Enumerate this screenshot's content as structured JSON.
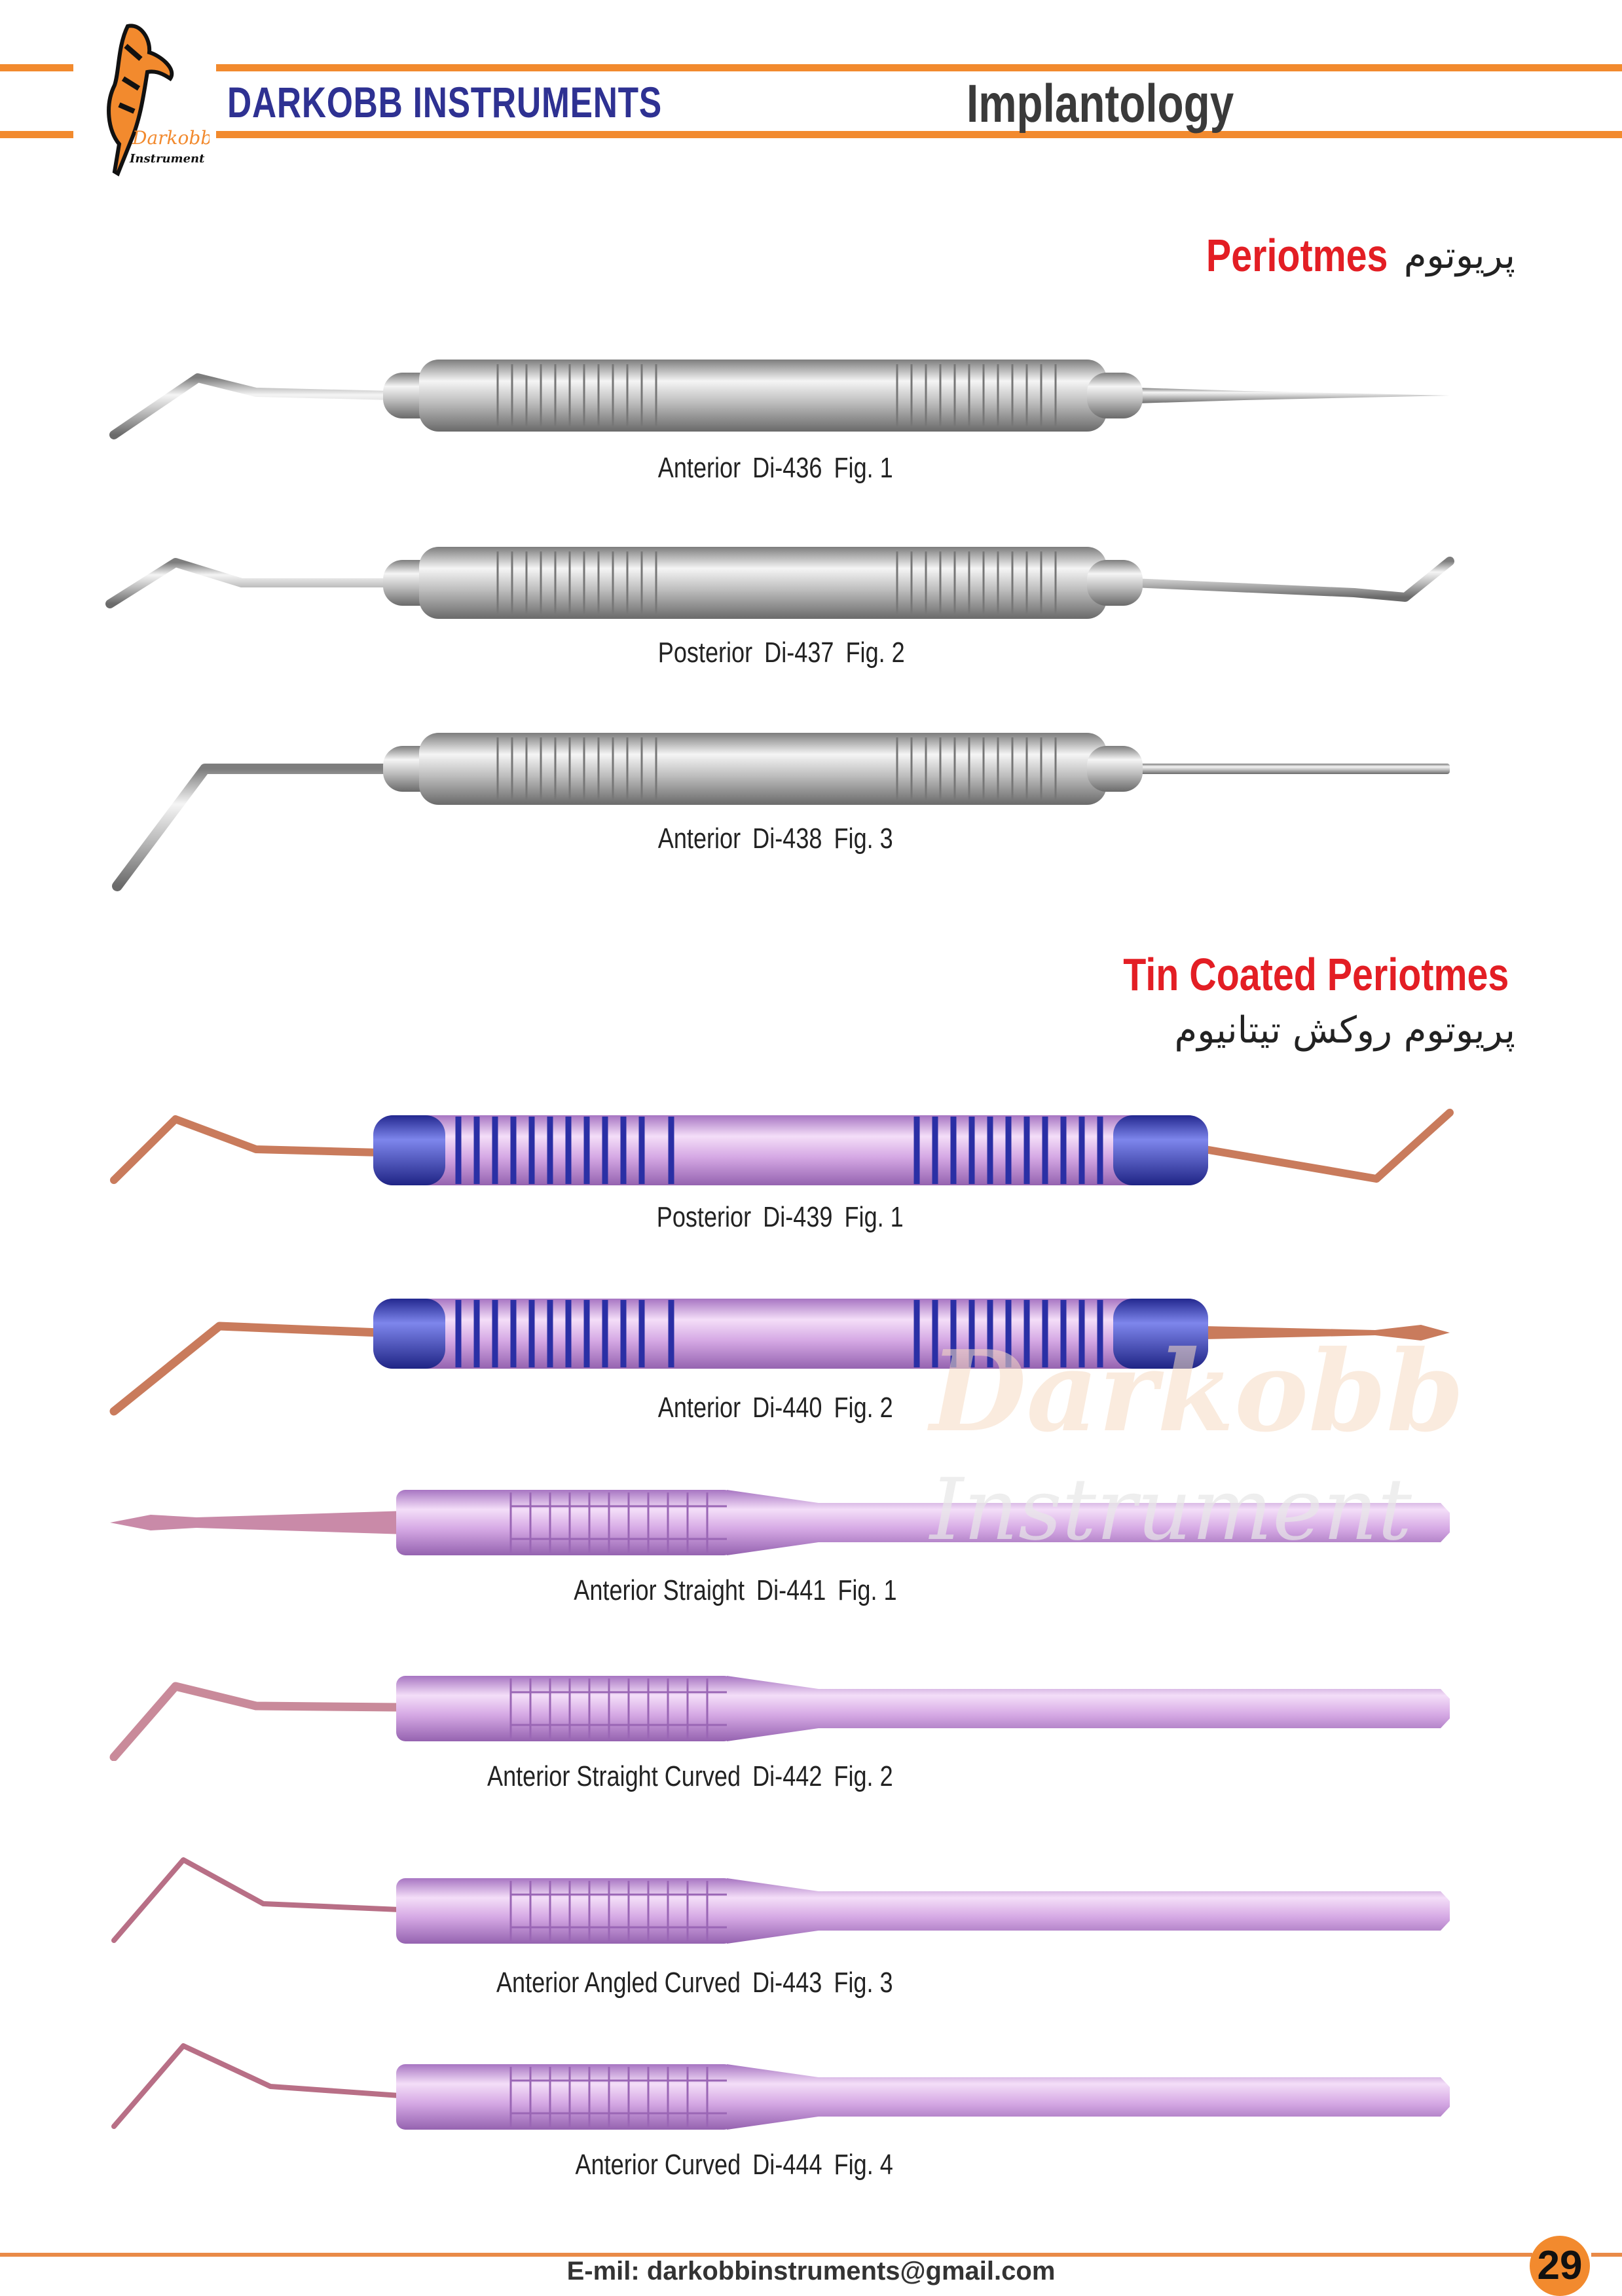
{
  "header": {
    "brand": "DARKOBB INSTRUMENTS",
    "section": "Implantology",
    "logo_text": [
      "Darkobb",
      "Instrument"
    ]
  },
  "periotmes": {
    "title": "Periotmes",
    "title_fa": "پریوتوم",
    "items": [
      {
        "name": "Anterior",
        "code": "Di-436",
        "fig": "Fig. 1"
      },
      {
        "name": "Posterior",
        "code": "Di-437",
        "fig": "Fig. 2"
      },
      {
        "name": "Anterior",
        "code": "Di-438",
        "fig": "Fig. 3"
      }
    ]
  },
  "tin_coated": {
    "title": "Tin Coated Periotmes",
    "title_fa": "پریوتوم روکش تیتانیوم",
    "items": [
      {
        "name": "Posterior",
        "code": "Di-439",
        "fig": "Fig. 1"
      },
      {
        "name": "Anterior",
        "code": "Di-440",
        "fig": "Fig. 2"
      },
      {
        "name": "Anterior Straight",
        "code": "Di-441",
        "fig": "Fig. 1"
      },
      {
        "name": "Anterior Straight Curved",
        "code": "Di-442",
        "fig": "Fig. 2"
      },
      {
        "name": "Anterior Angled Curved",
        "code": "Di-443",
        "fig": "Fig. 3"
      },
      {
        "name": "Anterior Curved",
        "code": "Di-444",
        "fig": "Fig. 4"
      }
    ]
  },
  "watermark": {
    "line1": "Darkobb",
    "line2": "Instrument"
  },
  "footer": {
    "email": "E-mil: darkobbinstruments@gmail.com",
    "page_number": "29"
  },
  "colors": {
    "accent": "#f28a2e",
    "brand": "#2e3192",
    "heading": "#e31e24"
  }
}
